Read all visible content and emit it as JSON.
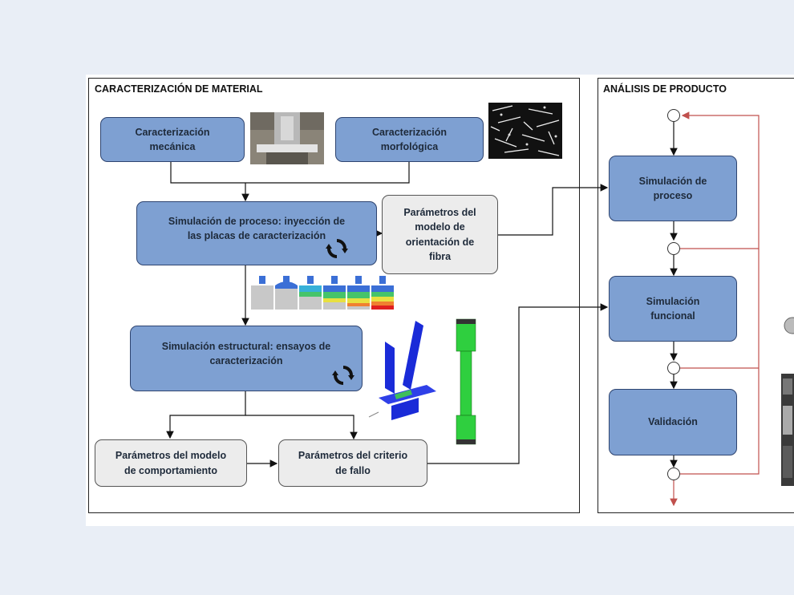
{
  "left_panel": {
    "title": "CARACTERIZACIÓN DE MATERIAL",
    "mech_char": "Caracterización\nmecánica",
    "morph_char": "Caracterización\nmorfológica",
    "process_sim": "Simulación de proceso: inyección de\nlas placas de caracterización",
    "orientation_params": "Parámetros del\nmodelo de\norientación de\nfibra",
    "structural_sim": "Simulación estructural: ensayos de\ncaracterización",
    "behavior_params": "Parámetros del modelo\nde comportamiento",
    "failure_params": "Parámetros del criterio\nde fallo"
  },
  "right_panel": {
    "title": "ANÁLISIS DE PRODUCTO",
    "process_sim": "Simulación de\nproceso",
    "functional_sim": "Simulación\nfuncional",
    "validation": "Validación"
  },
  "colors": {
    "box_blue": "#7ea0d2",
    "box_grey": "#ececec",
    "feedback_red": "#c0504d"
  },
  "icons": {
    "refresh": "refresh-cycle-icon"
  }
}
